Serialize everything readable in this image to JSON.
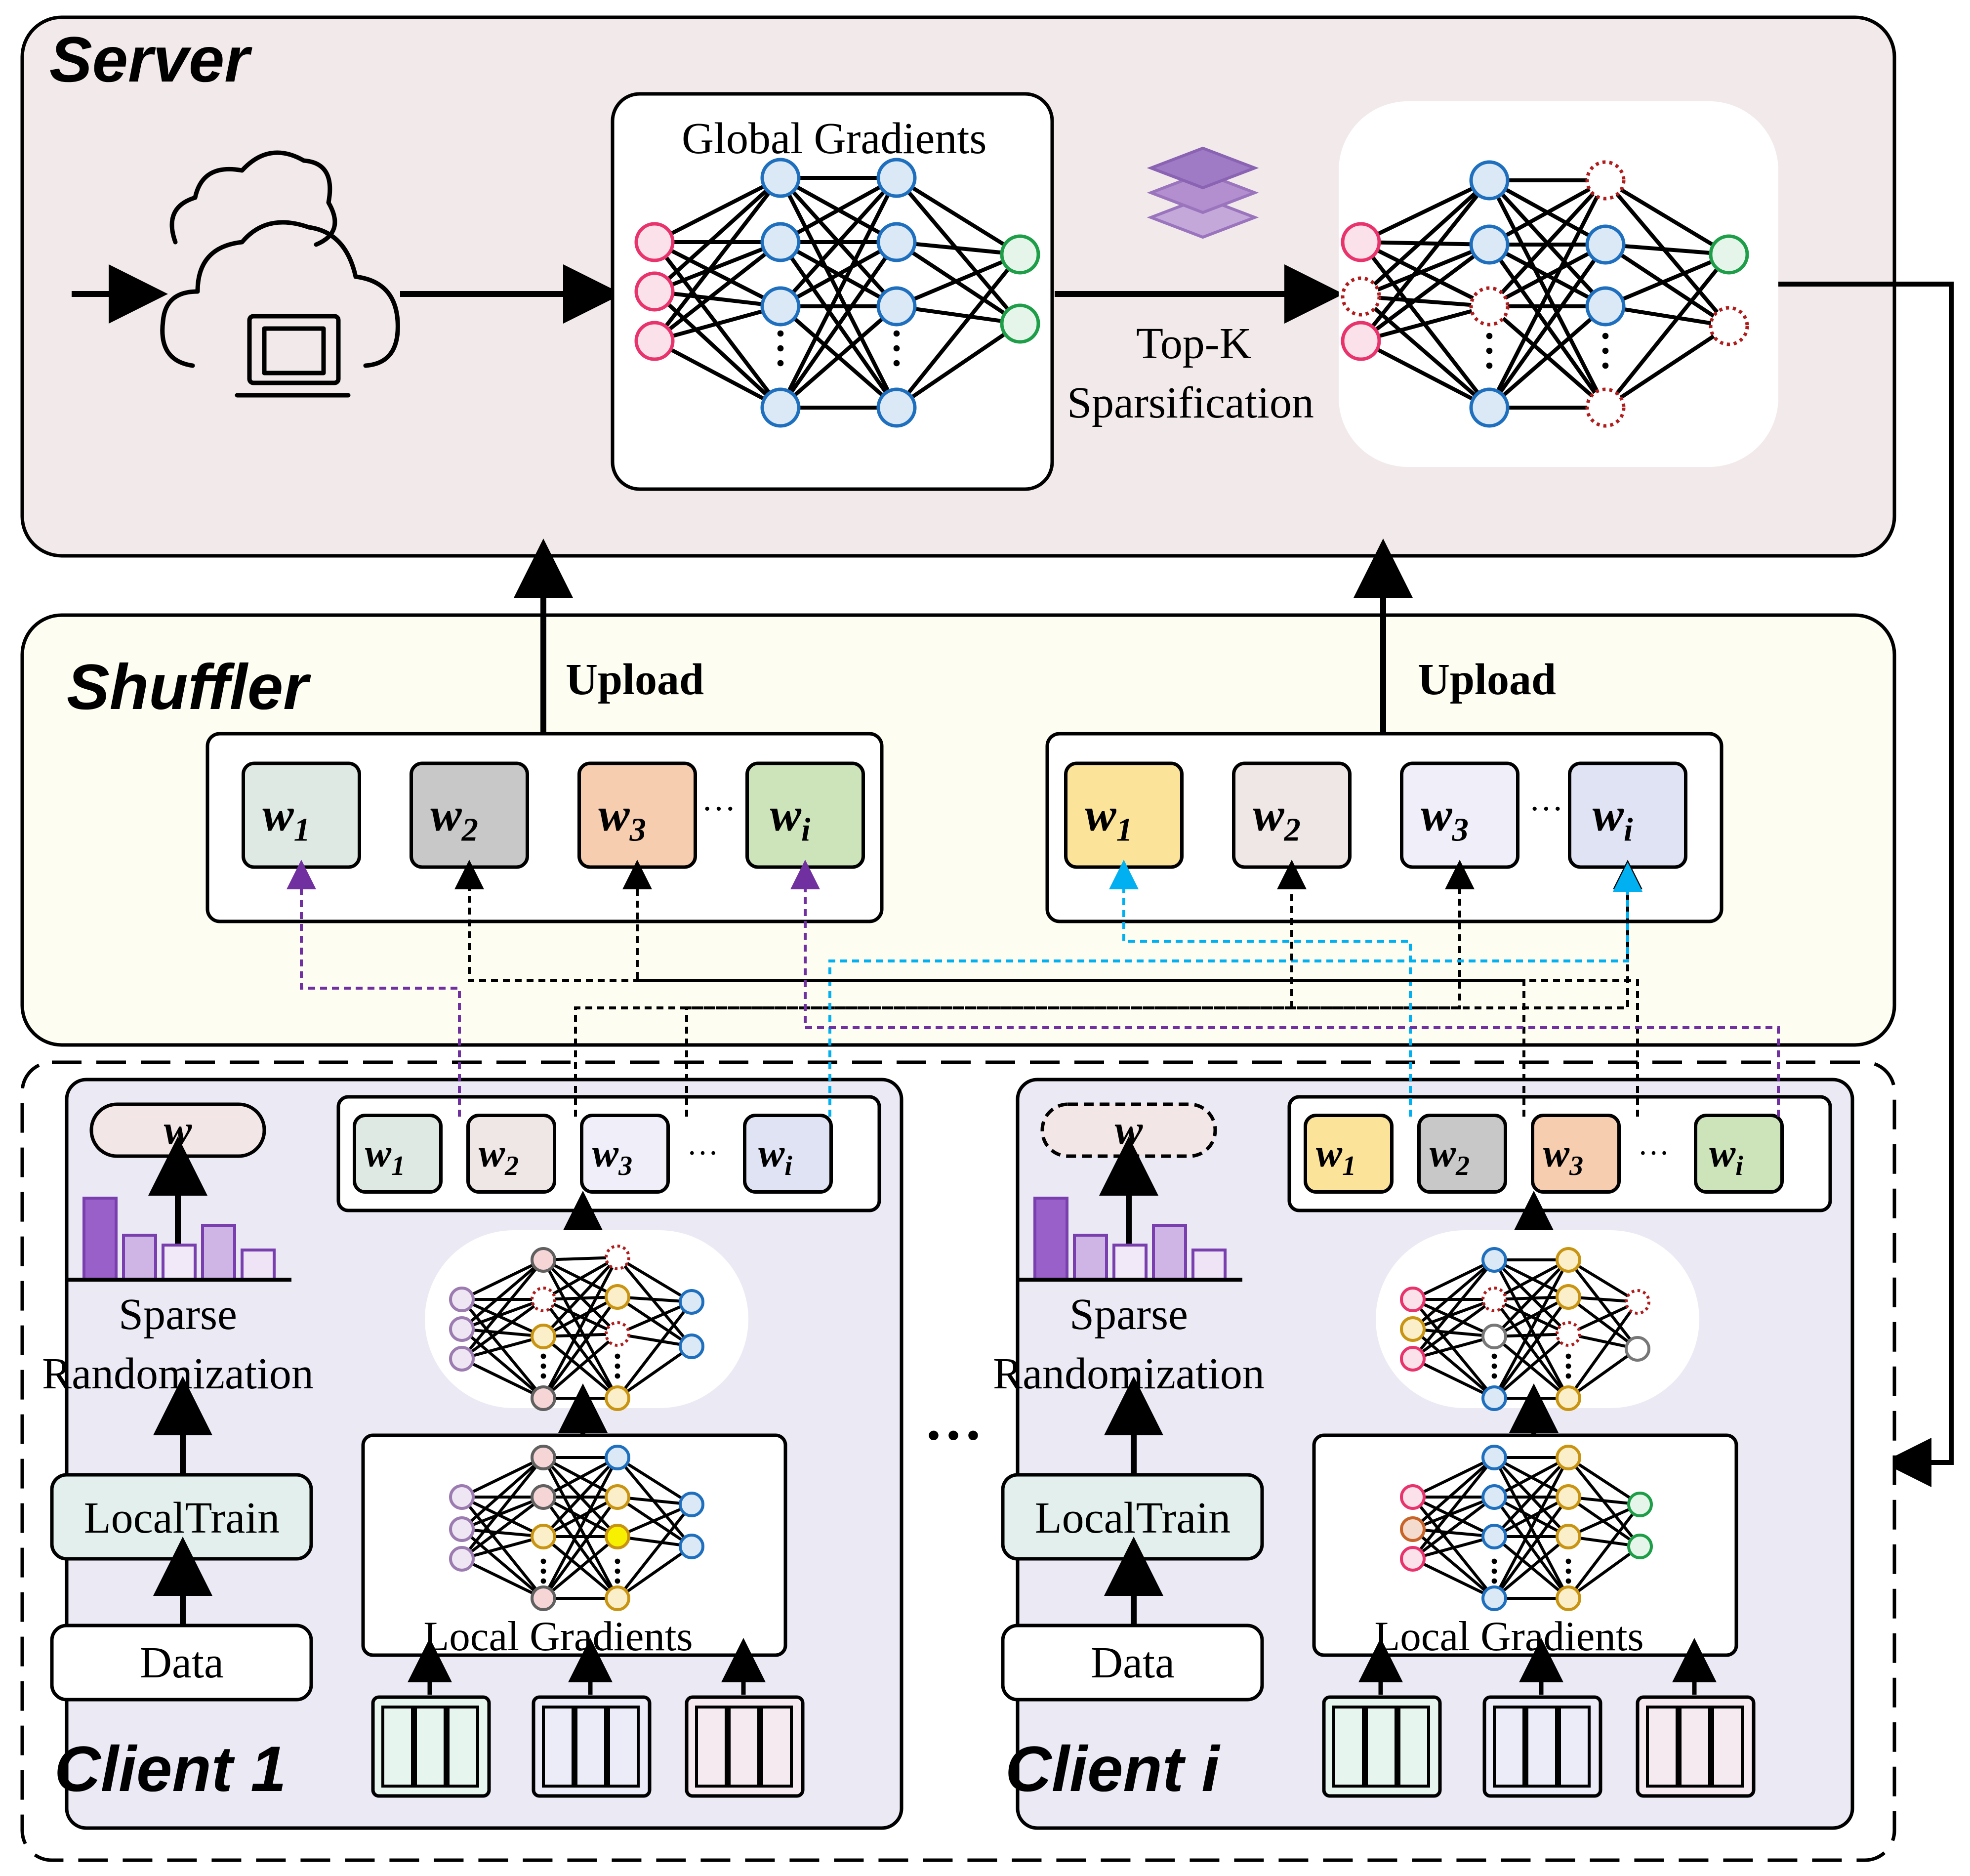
{
  "server": {
    "title": "Server",
    "global_label": "Global Gradients",
    "sparsify_label_1": "Top-K",
    "sparsify_label_2": "Sparsification"
  },
  "shuffler": {
    "title": "Shuffler",
    "upload_left": "Upload",
    "upload_right": "Upload",
    "left_weights": [
      {
        "base": "w",
        "sub": "1",
        "color": "#dfe9e4"
      },
      {
        "base": "w",
        "sub": "2",
        "color": "#c8c8c8"
      },
      {
        "base": "w",
        "sub": "3",
        "color": "#f7cdb0"
      },
      {
        "base": "w",
        "sub": "i",
        "color": "#cde4bb"
      }
    ],
    "right_weights": [
      {
        "base": "w",
        "sub": "1",
        "color": "#fbe39a"
      },
      {
        "base": "w",
        "sub": "2",
        "color": "#efe6e6"
      },
      {
        "base": "w",
        "sub": "3",
        "color": "#f0eef8"
      },
      {
        "base": "w",
        "sub": "i",
        "color": "#dfe3f4"
      }
    ],
    "ellipsis": "···"
  },
  "clients": [
    {
      "title": "Client 1",
      "w_label": "w",
      "sparse_label_1": "Sparse",
      "sparse_label_2": "Randomization",
      "localtrain_label": "LocalTrain",
      "data_label": "Data",
      "local_gradients_label": "Local Gradients",
      "weights": [
        {
          "base": "w",
          "sub": "1",
          "color": "#dfe9e4"
        },
        {
          "base": "w",
          "sub": "2",
          "color": "#efe6e6"
        },
        {
          "base": "w",
          "sub": "3",
          "color": "#f0eef8"
        },
        {
          "base": "w",
          "sub": "i",
          "color": "#dfe3f4"
        }
      ]
    },
    {
      "title": "Client i",
      "w_label": "w",
      "sparse_label_1": "Sparse",
      "sparse_label_2": "Randomization",
      "localtrain_label": "LocalTrain",
      "data_label": "Data",
      "local_gradients_label": "Local Gradients",
      "weights": [
        {
          "base": "w",
          "sub": "1",
          "color": "#fbe39a"
        },
        {
          "base": "w",
          "sub": "2",
          "color": "#c8c8c8"
        },
        {
          "base": "w",
          "sub": "3",
          "color": "#f7cdb0"
        },
        {
          "base": "w",
          "sub": "i",
          "color": "#cde4bb"
        }
      ]
    }
  ],
  "clients_ellipsis": "···",
  "colors": {
    "server_bg": "#f2eaea",
    "shuffler_bg": "#fdfdf2",
    "client_bg": "#ebe9f4",
    "purple_dash": "#7030a0",
    "cyan_dash": "#00b0f0",
    "bar_purple": "#9a60c9"
  }
}
